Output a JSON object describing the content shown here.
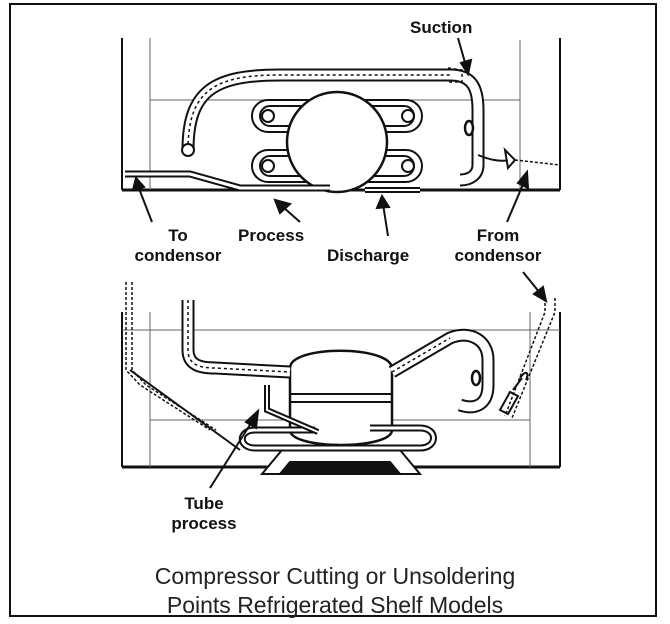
{
  "labels": {
    "suction": "Suction",
    "to_condensor": [
      "To",
      "condensor"
    ],
    "process": "Process",
    "discharge": "Discharge",
    "from_condensor": [
      "From",
      "condensor"
    ],
    "tube_process": [
      "Tube",
      "process"
    ]
  },
  "caption": [
    "Compressor Cutting or Unsoldering",
    "Points Refrigerated Shelf Models"
  ],
  "colors": {
    "line": "#111111",
    "fill": "#ffffff",
    "caption": "#222222"
  }
}
